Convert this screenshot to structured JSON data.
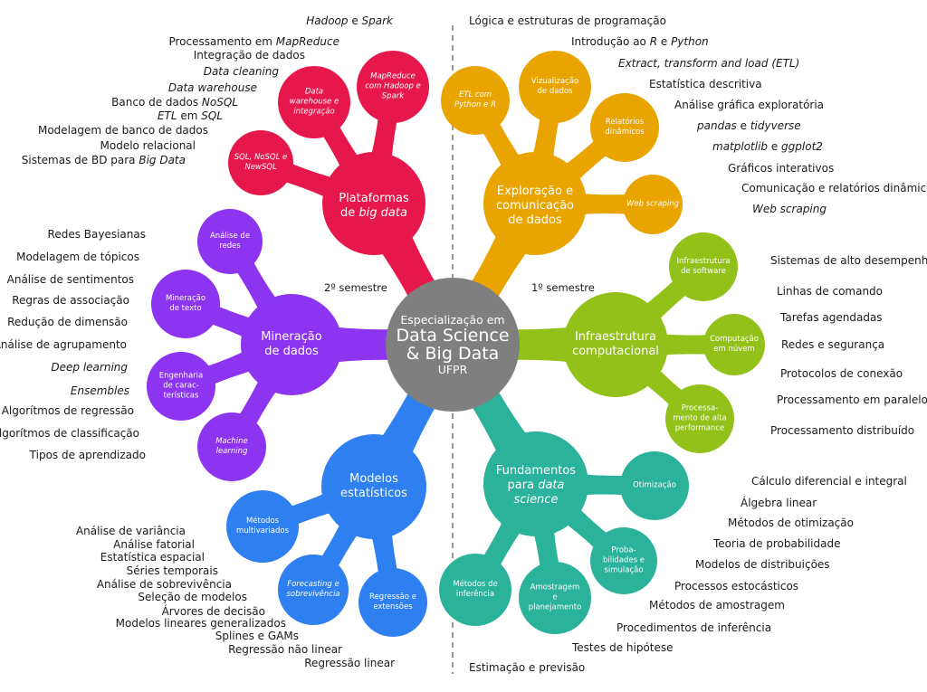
{
  "center": {
    "line1": "Especialização em",
    "line2": "Data Science",
    "line3": "& Big Data",
    "line4": "UFPR"
  },
  "semesters": {
    "second": "2º semestre",
    "first": "1º semestre"
  },
  "colors": {
    "center": "#7f7f7f",
    "plataformas": "#e5174b",
    "exploracao": "#e9a400",
    "infraestrutura": "#92c21a",
    "fundamentos": "#2bb29a",
    "modelos": "#2e7ff0",
    "mineracao": "#8c34f0",
    "divider": "#555555"
  },
  "branches": {
    "plataformas": {
      "label": "Plataformas de big data",
      "line1": "Plataformas",
      "line2_pre": "de ",
      "line2_it": "big data",
      "subs": [
        "SQL, NoSQL e NewSQL",
        "Data warehouse e integração",
        "MapReduce com Hadoop e Spark"
      ]
    },
    "exploracao": {
      "line1": "Exploração e",
      "line2": "comunicação",
      "line3": "de dados",
      "subs": [
        "ETL com Python e R",
        "Vizualização de dados",
        "Relatórios dinâmicos",
        "Web scraping"
      ]
    },
    "infraestrutura": {
      "line1": "Infraestrutura",
      "line2": "computacional",
      "subs": [
        "Infraestrutura de software",
        "Computação em núvem",
        "Processa-mento de alta performance"
      ]
    },
    "fundamentos": {
      "line1": "Fundamentos",
      "line2": "para",
      "line2_it": "data",
      "line3_it": "science",
      "subs": [
        "Otimização",
        "Proba-bilidades e simulação",
        "Amostragem e planejamento",
        "Métodos de inferência"
      ]
    },
    "modelos": {
      "line1": "Modelos",
      "line2": "estatísticos",
      "subs": [
        "Métodos multivariados",
        "Forecasting e sobrevivência",
        "Regressão e extensões"
      ]
    },
    "mineracao": {
      "line1": "Mineração",
      "line2": "de dados",
      "subs": [
        "Análise de redes",
        "Mineração de texto",
        "Engenharia de carac-terísticas",
        "Machine learning"
      ]
    }
  },
  "topics": {
    "plataformas": [
      "Hadoop e Spark",
      "Processamento em MapReduce",
      "Integração de dados",
      "Data cleaning",
      "Data warehouse",
      "Banco de dados NoSQL",
      "ETL em SQL",
      "Modelagem de banco de dados",
      "Modelo relacional",
      "Sistemas de BD para Big Data"
    ],
    "exploracao": [
      "Lógica e estruturas de programação",
      "Introdução ao R e Python",
      "Extract, transform and load (ETL)",
      "Estatística descritiva",
      "Análise gráfica exploratória",
      "pandas e tidyverse",
      "matplotlib e ggplot2",
      "Gráficos interativos",
      "Comunicação e relatórios dinâmicos",
      "Web scraping"
    ],
    "infraestrutura": [
      "Sistemas de alto desempenho",
      "Linhas de comando",
      "Tarefas agendadas",
      "Redes e segurança",
      "Protocolos de conexão",
      "Processamento em paralelo",
      "Processamento distribuído"
    ],
    "fundamentos": [
      "Cálculo diferencial e integral",
      "Álgebra linear",
      "Métodos de otimização",
      "Teoria de probabilidade",
      "Modelos de distribuições",
      "Processos estocásticos",
      "Métodos de amostragem",
      "Procedimentos de inferência",
      "Testes de hipótese",
      "Estimação e previsão"
    ],
    "modelos": [
      "Análise de variância",
      "Análise fatorial",
      "Estatística espacial",
      "Séries temporais",
      "Análise de sobrevivência",
      "Seleção de modelos",
      "Árvores de decisão",
      "Modelos lineares generalizados",
      "Splines e GAMs",
      "Regressão não linear",
      "Regressão linear"
    ],
    "mineracao": [
      "Redes Bayesianas",
      "Modelagem de tópicos",
      "Análise de sentimentos",
      "Regras de associação",
      "Redução de dimensão",
      "Análise de agrupamento",
      "Deep learning",
      "Ensembles",
      "Algorítmos de regressão",
      "Algorítmos de classificação",
      "Tipos de aprendizado"
    ]
  }
}
